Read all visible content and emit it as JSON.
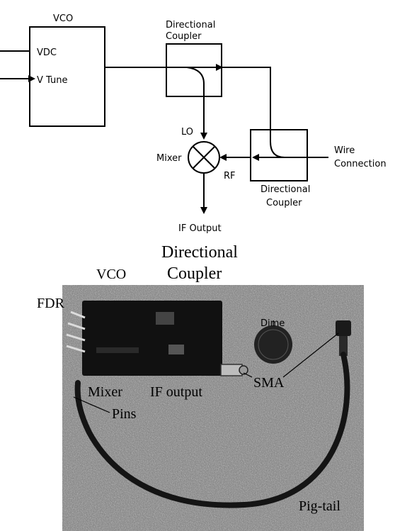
{
  "schematic": {
    "vco_label": "VCO",
    "vdc_label": "VDC",
    "vtune_label": "V Tune",
    "coupler_top_line1": "Directional",
    "coupler_top_line2": "Coupler",
    "lo_label": "LO",
    "mixer_label": "Mixer",
    "rf_label": "RF",
    "coupler_bottom_line1": "Directional",
    "coupler_bottom_line2": "Coupler",
    "wire_line1": "Wire",
    "wire_line2": "Connection",
    "if_output_label": "IF Output"
  },
  "photo": {
    "coupler_line1": "Directional",
    "coupler_line2": "Coupler",
    "vco_label": "VCO",
    "fdr_label": "FDR",
    "dime_label": "Dime",
    "sma_label": "SMA",
    "mixer_label": "Mixer",
    "if_output_label": "IF output",
    "pins_label": "Pins",
    "pigtail_label": "Pig-tail"
  }
}
